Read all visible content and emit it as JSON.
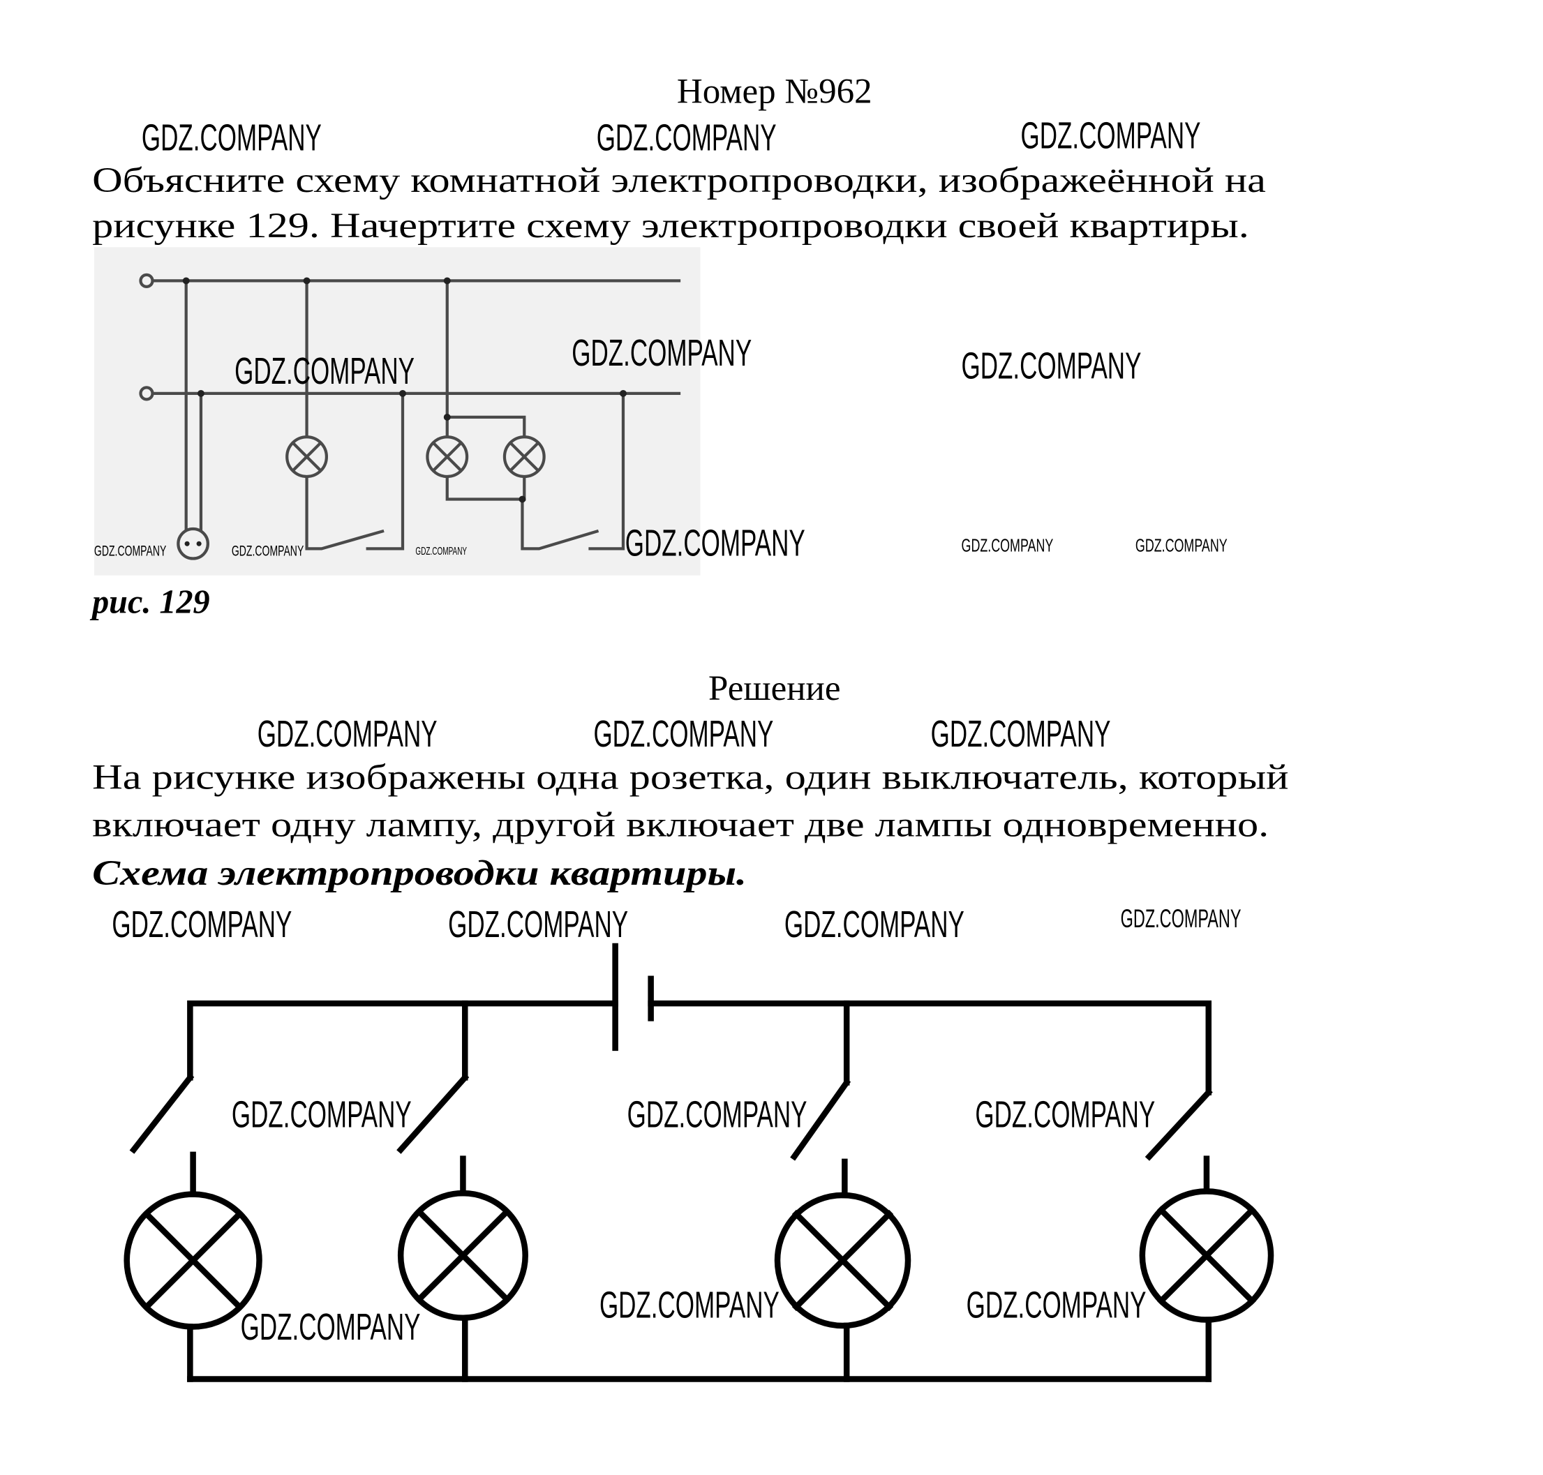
{
  "title": "Номер №962",
  "task": {
    "line1": "Объясните схему комнатной электропроводки, изображеённой на",
    "line2": "рисунке 129. Начертите схему электропроводки своей квартиры."
  },
  "figure_caption": "рис. 129",
  "solution": {
    "heading": "Решение",
    "line1": "На рисунке изображены одна розетка, один выключатель, который",
    "line2": "включает одну лампу, другой включает две лампы одновременно.",
    "scheme_title": "Схема электропроводки квартиры."
  },
  "watermark": "GDZ.COMPANY"
}
